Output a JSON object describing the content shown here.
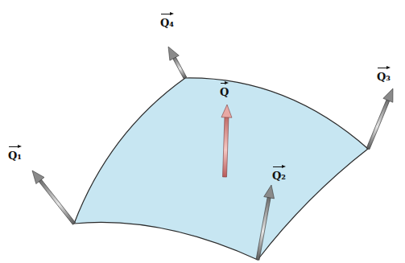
{
  "diagram": {
    "labels": [
      "Q₄",
      "Q",
      "Q₃",
      "Q₁",
      "Q₂"
    ]
  }
}
